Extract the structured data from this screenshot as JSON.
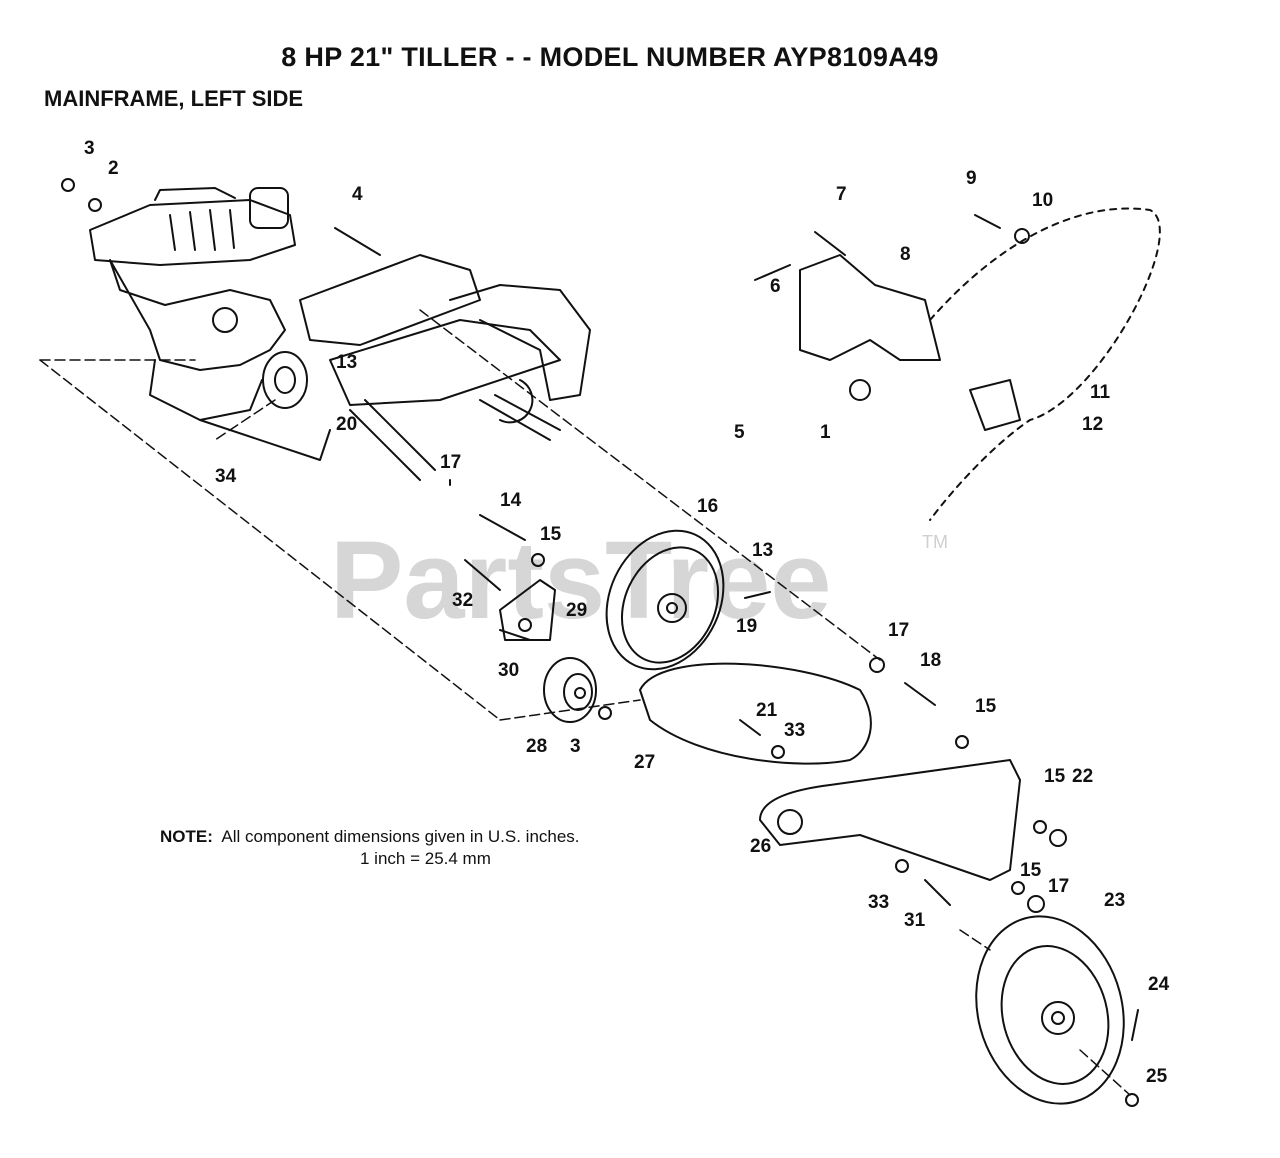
{
  "title": "8 HP 21\" TILLER - - MODEL NUMBER AYP8109A49",
  "subtitle": "MAINFRAME, LEFT SIDE",
  "watermark": {
    "text": "PartsTree",
    "trademark": "TM"
  },
  "note": {
    "label": "NOTE:",
    "line1": "All component dimensions given in U.S. inches.",
    "line2": "1 inch = 25.4 mm"
  },
  "callouts": [
    "3",
    "2",
    "4",
    "7",
    "9",
    "10",
    "8",
    "6",
    "13",
    "20",
    "34",
    "17",
    "14",
    "15",
    "16",
    "13",
    "32",
    "29",
    "19",
    "30",
    "28",
    "3",
    "17",
    "18",
    "21",
    "33",
    "15",
    "27",
    "26",
    "15",
    "22",
    "33",
    "31",
    "15",
    "17",
    "23",
    "24",
    "25",
    "5",
    "1",
    "11",
    "12"
  ]
}
